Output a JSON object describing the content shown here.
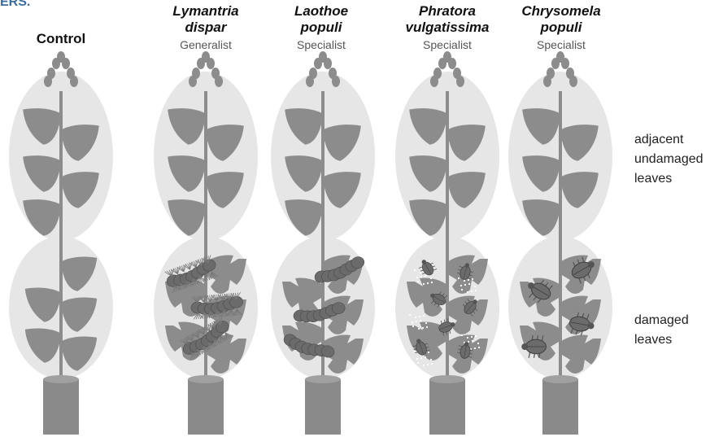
{
  "corner_fragment": "ERS.",
  "colors": {
    "ellipse": "#e6e6e6",
    "leaf": "#8c8c8c",
    "stem": "#8c8c8c",
    "pot": "#8a8a8a",
    "insect": "#6b6b6b"
  },
  "columns": [
    {
      "id": "control",
      "name_line1": "Control",
      "name_line2": "",
      "guild": "",
      "herbivore": "none"
    },
    {
      "id": "lymantria",
      "name_line1": "Lymantria",
      "name_line2": "dispar",
      "guild": "Generalist",
      "herbivore": "hairy-caterpillar"
    },
    {
      "id": "laothoe",
      "name_line1": "Laothoe",
      "name_line2": "populi",
      "guild": "Specialist",
      "herbivore": "caterpillar"
    },
    {
      "id": "phratora",
      "name_line1": "Phratora",
      "name_line2": "vulgatissima",
      "guild": "Specialist",
      "herbivore": "small-beetle"
    },
    {
      "id": "chrysomela",
      "name_line1": "Chrysomela",
      "name_line2": "populi",
      "guild": "Specialist",
      "herbivore": "large-beetle"
    }
  ],
  "side_labels": {
    "upper_line1": "adjacent",
    "upper_line2": "undamaged",
    "upper_line3": "leaves",
    "lower_line1": "damaged",
    "lower_line2": "leaves"
  }
}
